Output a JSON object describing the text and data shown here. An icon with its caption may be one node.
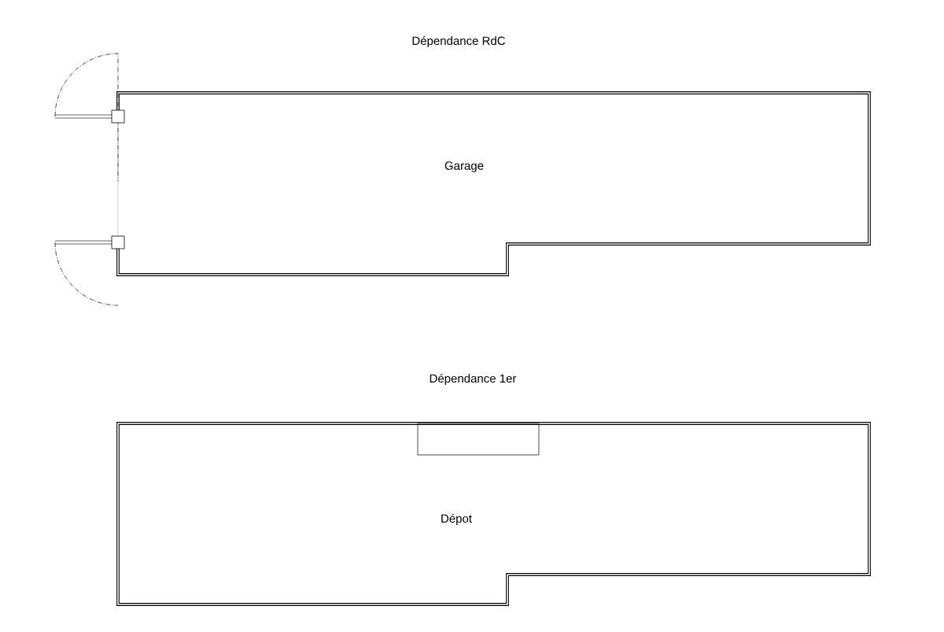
{
  "diagram": {
    "nodes": [
      {
        "text": [
          "Garage"
        ]
      },
      {
        "text": [
          "Dépot"
        ]
      }
    ],
    "labels": [
      "Dépendance RdC",
      "Dépendance 1er"
    ]
  }
}
